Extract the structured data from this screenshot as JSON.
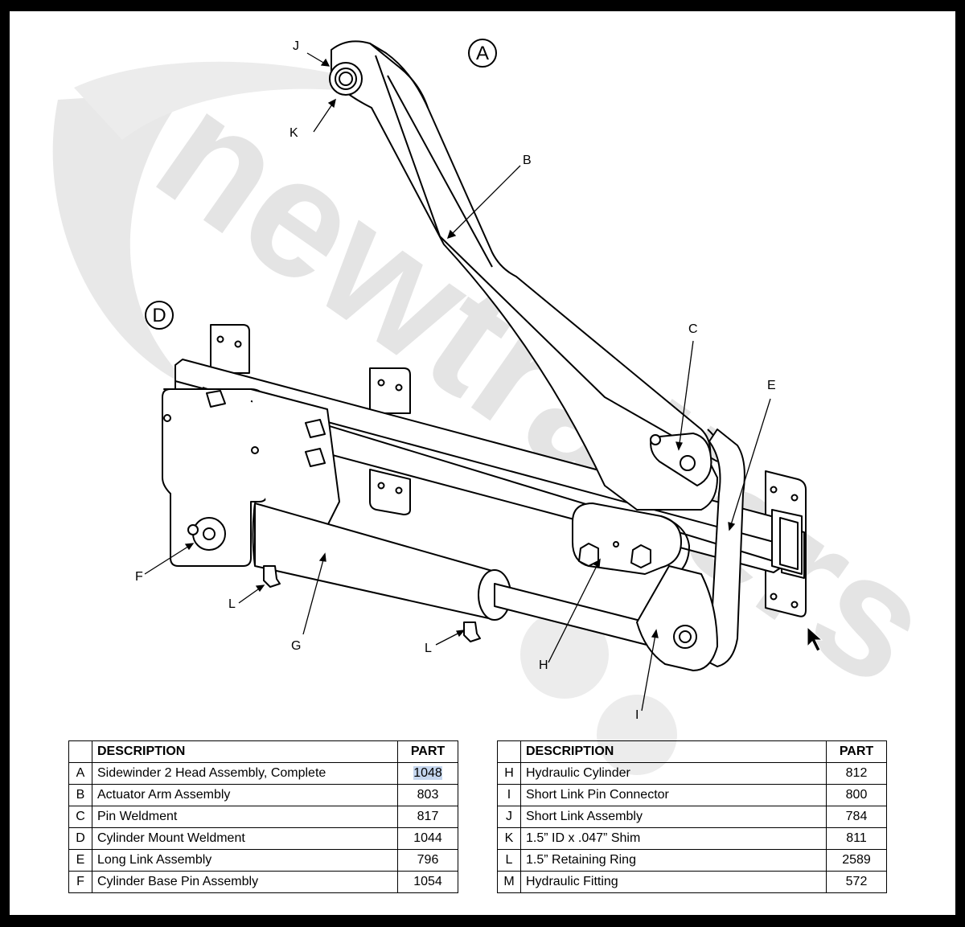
{
  "watermark": {
    "text": "newtrailers",
    "color": "#e3e3e3"
  },
  "labels": {
    "assembly_a": "A",
    "assembly_d": "D",
    "j": "J",
    "k": "K",
    "b": "B",
    "c": "C",
    "e": "E",
    "f": "F",
    "l1": "L",
    "g": "G",
    "l2": "L",
    "h": "H",
    "i": "I"
  },
  "tables": {
    "header_description": "DESCRIPTION",
    "header_part": "PART",
    "left": [
      {
        "letter": "A",
        "description": "Sidewinder 2 Head Assembly, Complete",
        "part": "1048"
      },
      {
        "letter": "B",
        "description": "Actuator Arm Assembly",
        "part": "803"
      },
      {
        "letter": "C",
        "description": "Pin Weldment",
        "part": "817"
      },
      {
        "letter": "D",
        "description": "Cylinder Mount Weldment",
        "part": "1044"
      },
      {
        "letter": "E",
        "description": "Long Link Assembly",
        "part": "796"
      },
      {
        "letter": "F",
        "description": "Cylinder Base Pin Assembly",
        "part": "1054"
      }
    ],
    "right": [
      {
        "letter": "H",
        "description": "Hydraulic Cylinder",
        "part": "812"
      },
      {
        "letter": "I",
        "description": "Short Link Pin Connector",
        "part": "800"
      },
      {
        "letter": "J",
        "description": "Short Link Assembly",
        "part": "784"
      },
      {
        "letter": "K",
        "description": "1.5” ID x .047” Shim",
        "part": "811"
      },
      {
        "letter": "L",
        "description": "1.5” Retaining Ring",
        "part": "2589"
      },
      {
        "letter": "M",
        "description": "Hydraulic Fitting",
        "part": "572"
      }
    ]
  }
}
